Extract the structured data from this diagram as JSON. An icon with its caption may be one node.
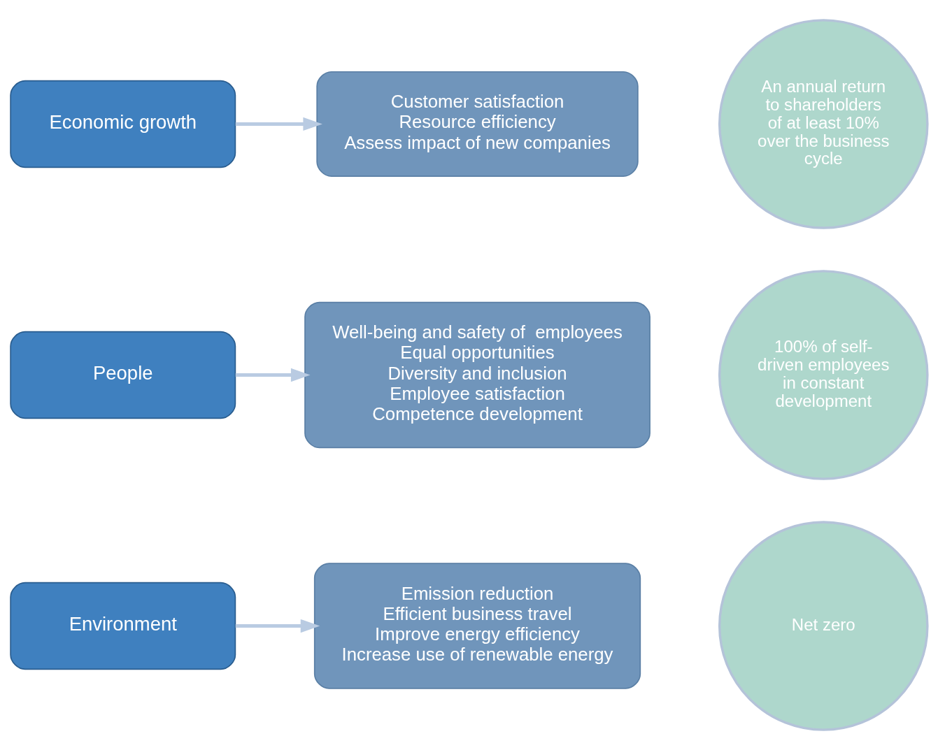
{
  "diagram": {
    "nodes": [
      {
        "text": [
          "Economic growth"
        ]
      },
      {
        "text": [
          "Customer satisfaction",
          "Resource efficiency",
          "Assess impact of new companies"
        ]
      },
      {
        "text": [
          "An annual return to shareholders of at least 10% over the business cycle"
        ]
      },
      {
        "text": [
          "People"
        ]
      },
      {
        "text": [
          "Well-being and safety of  employees",
          "Equal opportunities",
          "Diversity and inclusion",
          "Employee satisfaction",
          "Competence development"
        ]
      },
      {
        "text": [
          "100% of self-driven employees in constant development"
        ]
      },
      {
        "text": [
          "Environment"
        ]
      },
      {
        "text": [
          "Emission reduction",
          "Efficient business travel",
          "Improve energy efficiency",
          "Increase use of renewable energy"
        ]
      },
      {
        "text": [
          "Net zero"
        ]
      }
    ],
    "edges": [
      {
        "from": 0,
        "to": 1,
        "arrow": "to"
      },
      {
        "from": 3,
        "to": 4,
        "arrow": "to"
      },
      {
        "from": 6,
        "to": 7,
        "arrow": "to"
      }
    ]
  }
}
